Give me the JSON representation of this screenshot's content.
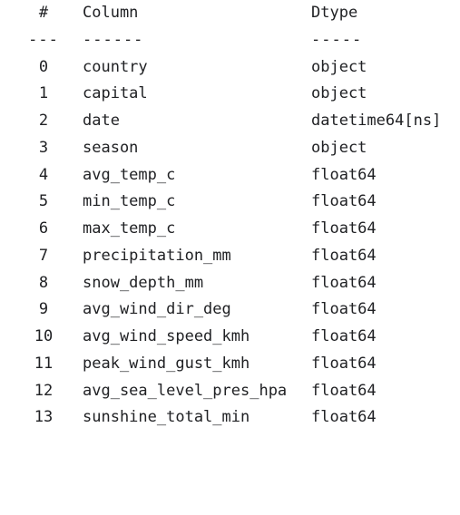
{
  "header": {
    "idx": "#",
    "column": "Column",
    "dtype": "Dtype"
  },
  "separator": {
    "idx": "---",
    "column": "------",
    "dtype": "-----"
  },
  "rows": [
    {
      "idx": "0",
      "column": "country",
      "dtype": "object"
    },
    {
      "idx": "1",
      "column": "capital",
      "dtype": "object"
    },
    {
      "idx": "2",
      "column": "date",
      "dtype": "datetime64[ns]"
    },
    {
      "idx": "3",
      "column": "season",
      "dtype": "object"
    },
    {
      "idx": "4",
      "column": "avg_temp_c",
      "dtype": "float64"
    },
    {
      "idx": "5",
      "column": "min_temp_c",
      "dtype": "float64"
    },
    {
      "idx": "6",
      "column": "max_temp_c",
      "dtype": "float64"
    },
    {
      "idx": "7",
      "column": "precipitation_mm",
      "dtype": "float64"
    },
    {
      "idx": "8",
      "column": "snow_depth_mm",
      "dtype": "float64"
    },
    {
      "idx": "9",
      "column": "avg_wind_dir_deg",
      "dtype": "float64"
    },
    {
      "idx": "10",
      "column": "avg_wind_speed_kmh",
      "dtype": "float64"
    },
    {
      "idx": "11",
      "column": "peak_wind_gust_kmh",
      "dtype": "float64"
    },
    {
      "idx": "12",
      "column": "avg_sea_level_pres_hpa",
      "dtype": "float64"
    },
    {
      "idx": "13",
      "column": "sunshine_total_min",
      "dtype": "float64"
    }
  ]
}
